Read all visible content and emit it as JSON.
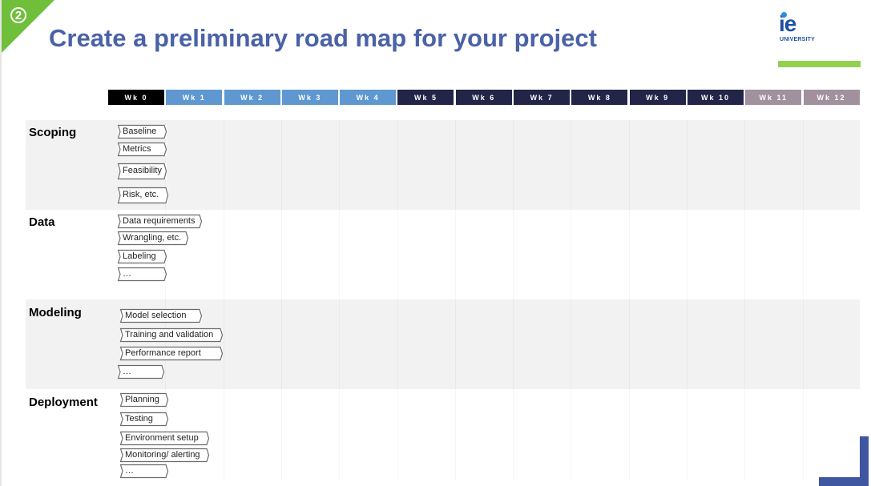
{
  "slide": {
    "step_number": "2",
    "title": "Create a preliminary road map for your project",
    "logo_text": "ie",
    "logo_subtext": "UNIVERSITY"
  },
  "colors": {
    "title": "#4a62a6",
    "corner_green": "#6fbf3a",
    "accent_bar": "#92d050",
    "wk0": "#000000",
    "wk_light_blue": "#5f98d0",
    "wk_navy": "#222548",
    "wk_mauve": "#a1909e",
    "band": "#f2f2f2"
  },
  "weeks": [
    {
      "label": "Wk 0",
      "tone": "wk0"
    },
    {
      "label": "Wk 1",
      "tone": "wk_light_blue"
    },
    {
      "label": "Wk 2",
      "tone": "wk_light_blue"
    },
    {
      "label": "Wk 3",
      "tone": "wk_light_blue"
    },
    {
      "label": "Wk 4",
      "tone": "wk_light_blue"
    },
    {
      "label": "Wk 5",
      "tone": "wk_navy"
    },
    {
      "label": "Wk 6",
      "tone": "wk_navy"
    },
    {
      "label": "Wk 7",
      "tone": "wk_navy"
    },
    {
      "label": "Wk 8",
      "tone": "wk_navy"
    },
    {
      "label": "Wk 9",
      "tone": "wk_navy"
    },
    {
      "label": "Wk 10",
      "tone": "wk_navy"
    },
    {
      "label": "Wk 11",
      "tone": "wk_mauve"
    },
    {
      "label": "Wk 12",
      "tone": "wk_mauve"
    }
  ],
  "categories": [
    {
      "name": "Scoping",
      "tasks": [
        "Baseline",
        "Metrics",
        "Feasibility",
        "Risk, etc."
      ]
    },
    {
      "name": "Data",
      "tasks": [
        "Data requirements",
        "Wrangling, etc.",
        "Labeling",
        "…"
      ]
    },
    {
      "name": "Modeling",
      "tasks": [
        "Model selection",
        "Training and validation",
        "Performance report",
        "…"
      ]
    },
    {
      "name": "Deployment",
      "tasks": [
        "Planning",
        "Testing",
        "Environment setup",
        "Monitoring/ alerting",
        "…"
      ]
    }
  ]
}
